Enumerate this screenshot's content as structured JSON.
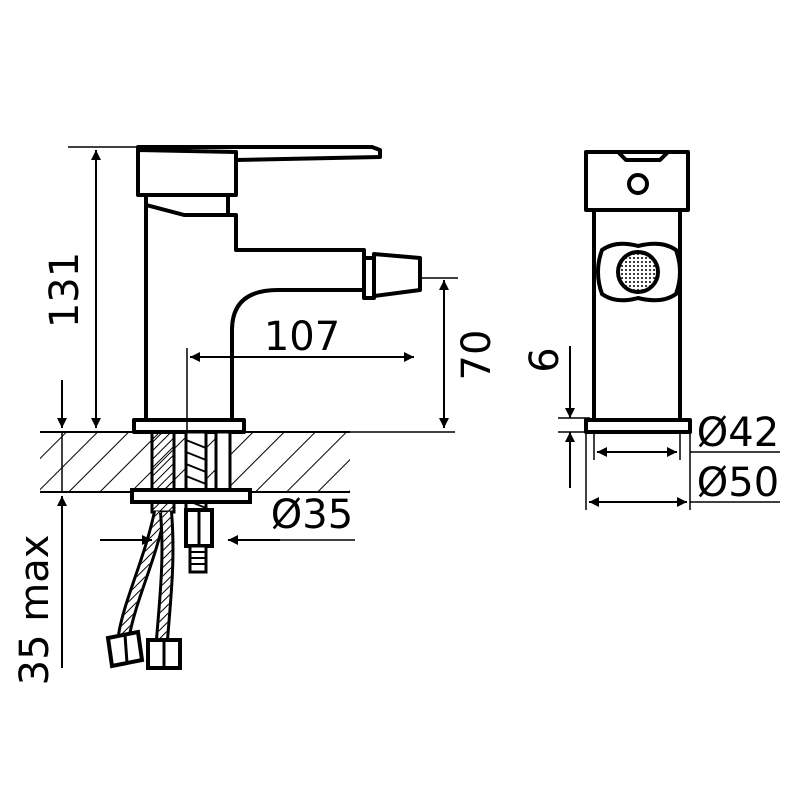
{
  "drawing": {
    "side_view": {
      "height_label": "131",
      "spout_reach_label": "107",
      "spout_height_label": "70",
      "mount_hole_label": "Ø35",
      "counter_thickness_label": "35 max"
    },
    "front_view": {
      "base_step_label": "6",
      "body_diameter_label": "Ø42",
      "base_diameter_label": "Ø50"
    }
  }
}
